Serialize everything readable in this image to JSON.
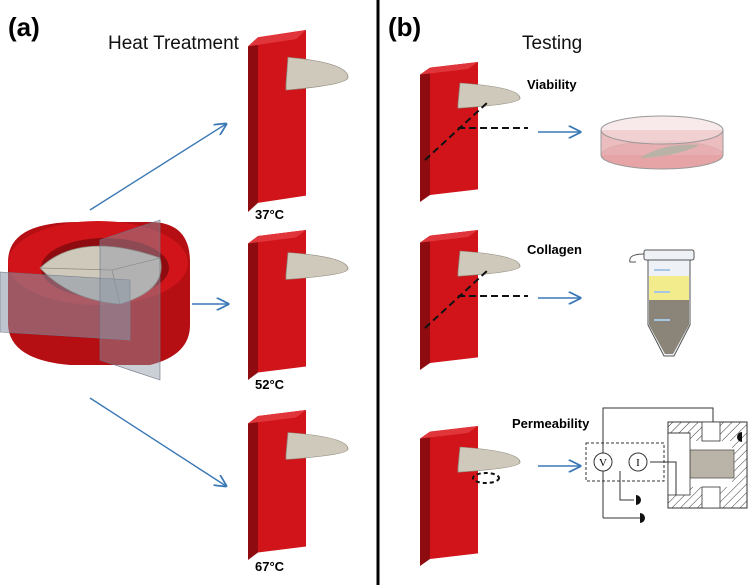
{
  "panels": {
    "a": {
      "label": "(a)",
      "title": "Heat Treatment"
    },
    "b": {
      "label": "(b)",
      "title": "Testing"
    }
  },
  "temperatures": [
    "37°C",
    "52°C",
    "67°C"
  ],
  "tests": [
    "Viability",
    "Collagen",
    "Permeability"
  ],
  "meter_symbols": {
    "voltmeter": "V",
    "ammeter": "I"
  },
  "colors": {
    "tissue_red": "#d0141a",
    "tissue_red_dark": "#8e0b10",
    "tissue_red_side": "#b50f14",
    "sample_beige": "#cfc9bb",
    "arrow_blue": "#3a78b5",
    "divider": "#000000"
  }
}
